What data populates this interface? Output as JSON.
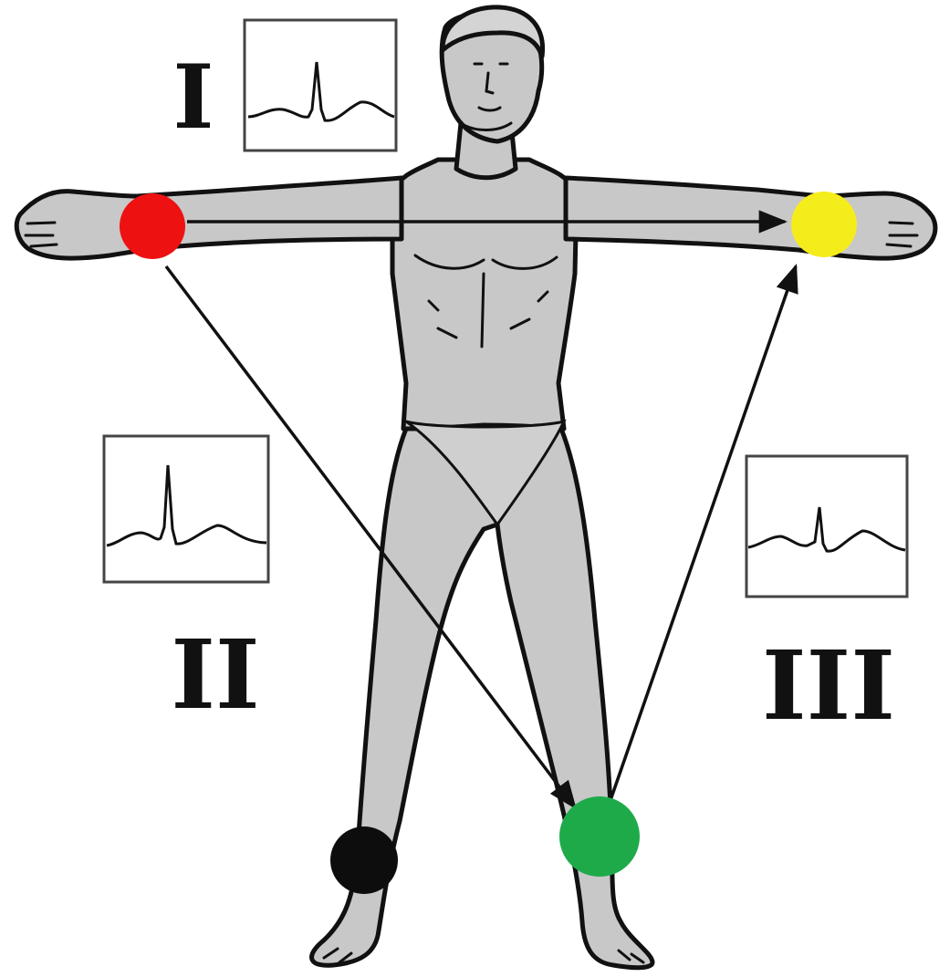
{
  "leads": [
    {
      "id": "lead-1",
      "label": "I"
    },
    {
      "id": "lead-2",
      "label": "II"
    },
    {
      "id": "lead-3",
      "label": "III"
    }
  ],
  "electrodes": [
    {
      "id": "right-arm",
      "color": "#ee1111"
    },
    {
      "id": "left-arm",
      "color": "#f5ec1c"
    },
    {
      "id": "left-leg",
      "color": "#1faa4a"
    },
    {
      "id": "right-leg",
      "color": "#0d0d0d"
    }
  ],
  "colors": {
    "skin": "#c8c8c8",
    "outline": "#111111",
    "box": "#444444"
  }
}
